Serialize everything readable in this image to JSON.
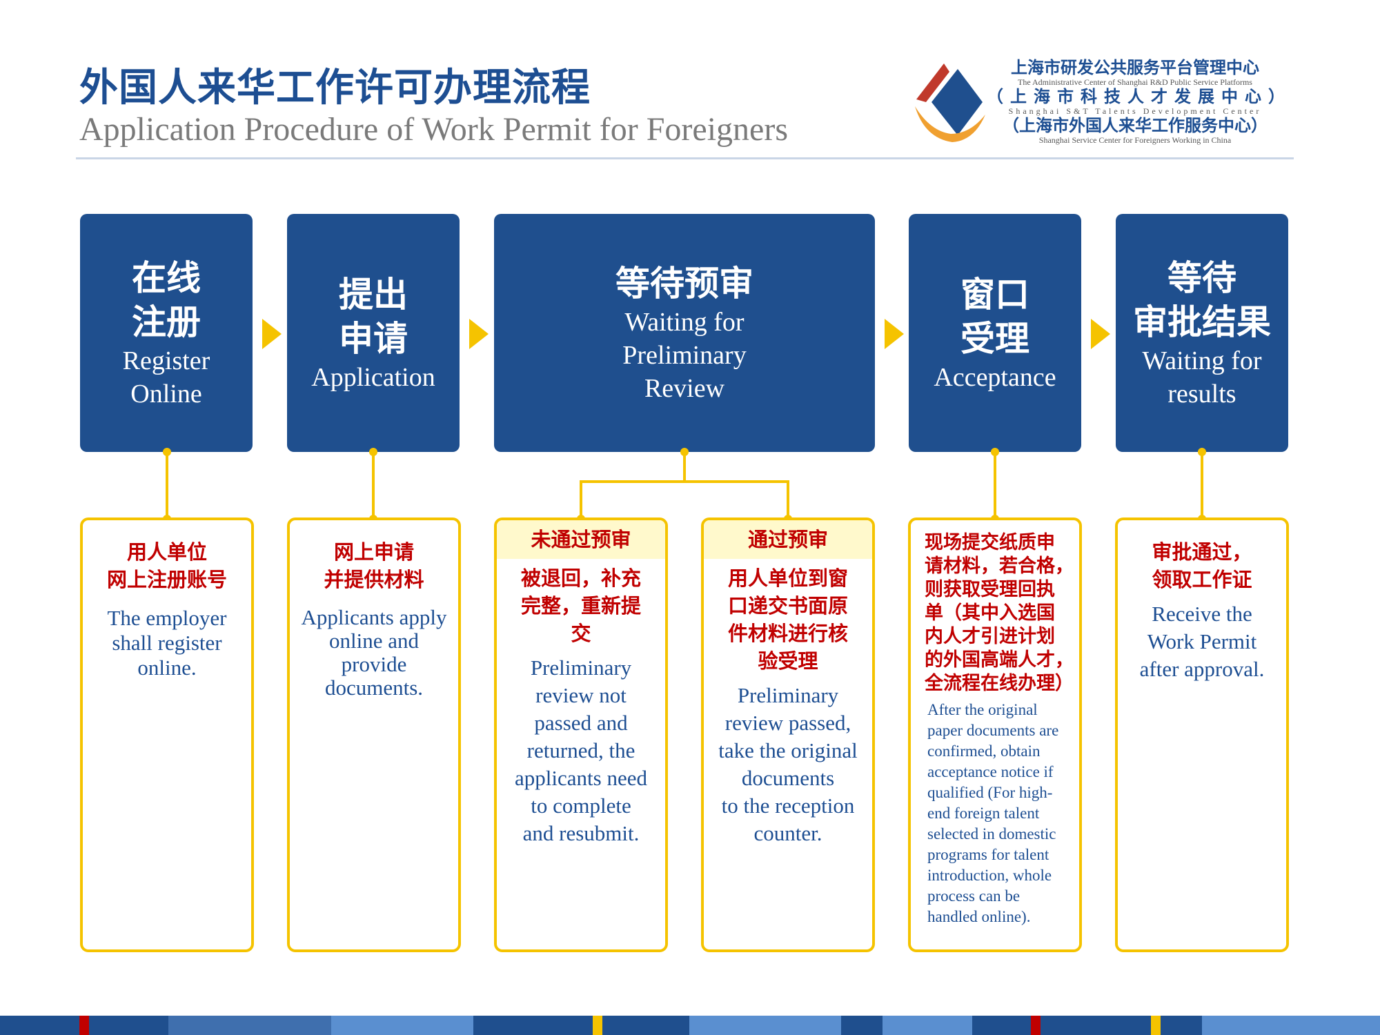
{
  "header": {
    "title_zh": "外国人来华工作许可办理流程",
    "title_en": "Application Procedure of Work Permit for Foreigners"
  },
  "organization": {
    "line1_zh": "上海市研发公共服务平台管理中心",
    "line1_en": "The Administrative Center of Shanghai R&D Public Service Platforms",
    "line2_zh": "（上海市科技人才发展中心）",
    "line2_en": "Shanghai S&T Talents Development Center",
    "line3_zh": "（上海市外国人来华工作服务中心）",
    "line3_en": "Shanghai Service Center for Foreigners Working in China"
  },
  "steps": [
    {
      "zh": "在线\n注册",
      "en": "Register\nOnline"
    },
    {
      "zh": "提出\n申请",
      "en": "Application"
    },
    {
      "zh": "等待预审",
      "en": "Waiting for\nPreliminary\nReview"
    },
    {
      "zh": "窗口\n受理",
      "en": "Acceptance"
    },
    {
      "zh": "等待\n审批结果",
      "en": "Waiting for\nresults"
    }
  ],
  "details": [
    {
      "zh": "用人单位\n网上注册账号",
      "en": "The employer\nshall register\nonline."
    },
    {
      "zh": "网上申请\n并提供材料",
      "en": "Applicants apply\nonline and\nprovide\ndocuments."
    },
    {
      "header": "未通过预审",
      "zh": "被退回，补充\n完整，重新提\n交",
      "en": "Preliminary\nreview not\npassed and\nreturned, the\napplicants need\nto complete\nand resubmit."
    },
    {
      "header": "通过预审",
      "zh": "用人单位到窗\n口递交书面原\n件材料进行核\n验受理",
      "en": "Preliminary\nreview passed,\ntake the original\ndocuments\nto the reception\ncounter."
    },
    {
      "zh": "现场提交纸质申\n请材料，若合格，\n则获取受理回执\n单（其中入选国\n内人才引进计划\n的外国高端人才，\n全流程在线办理）",
      "en": "After the original\npaper documents are\nconfirmed, obtain\nacceptance notice if\nqualified (For high-\nend foreign talent\nselected in domestic\nprograms for talent\nintroduction, whole\nprocess can be\nhandled online)."
    },
    {
      "zh": "审批通过，\n领取工作证",
      "en": "Receive the\nWork Permit\nafter approval."
    }
  ],
  "colors": {
    "step_fill": "#1f4f8e",
    "accent_yellow": "#f5c300",
    "detail_red": "#c00000",
    "text_blue": "#1d4e92",
    "header_fill": "#fff9cc"
  }
}
